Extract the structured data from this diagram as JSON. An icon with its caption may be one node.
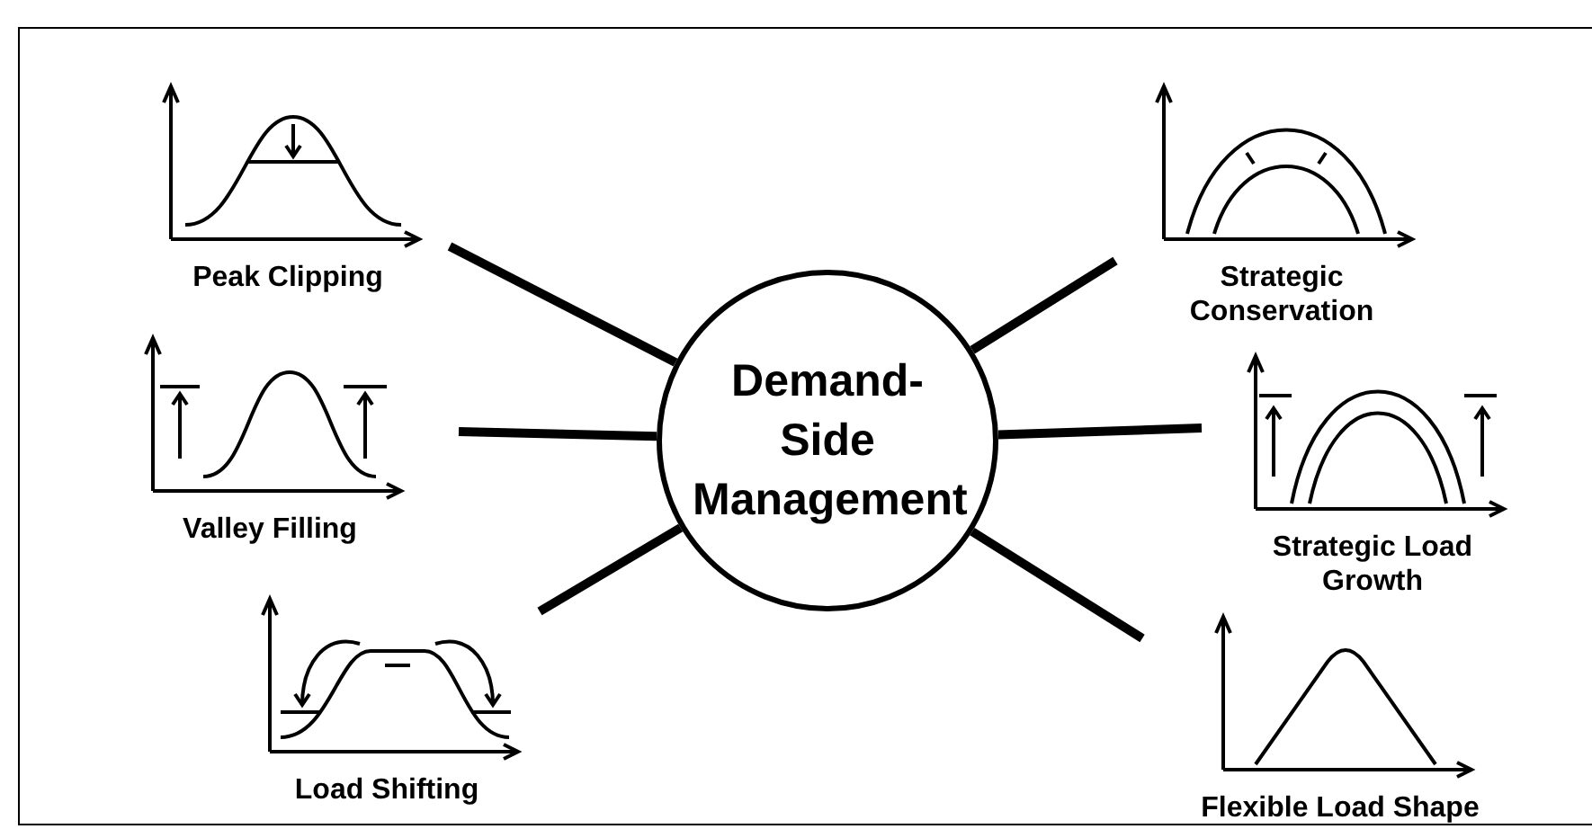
{
  "diagram": {
    "nodes": [
      {
        "text": [
          "Demand- Side Management"
        ]
      },
      {
        "text": [
          "Peak Clipping"
        ]
      },
      {
        "text": [
          "Strategic Conservation"
        ]
      },
      {
        "text": [
          "Valley Filling"
        ]
      },
      {
        "text": [
          "Strategic Load Growth"
        ]
      },
      {
        "text": [
          "Load Shifting"
        ]
      },
      {
        "text": [
          "Flexible Load Shape"
        ]
      }
    ],
    "edges": [
      {
        "from": 0,
        "to": 1,
        "arrow": "none"
      },
      {
        "from": 0,
        "to": 2,
        "arrow": "none"
      },
      {
        "from": 0,
        "to": 3,
        "arrow": "none"
      },
      {
        "from": 0,
        "to": 4,
        "arrow": "none"
      },
      {
        "from": 0,
        "to": 5,
        "arrow": "none"
      },
      {
        "from": 0,
        "to": 6,
        "arrow": "none"
      }
    ]
  }
}
